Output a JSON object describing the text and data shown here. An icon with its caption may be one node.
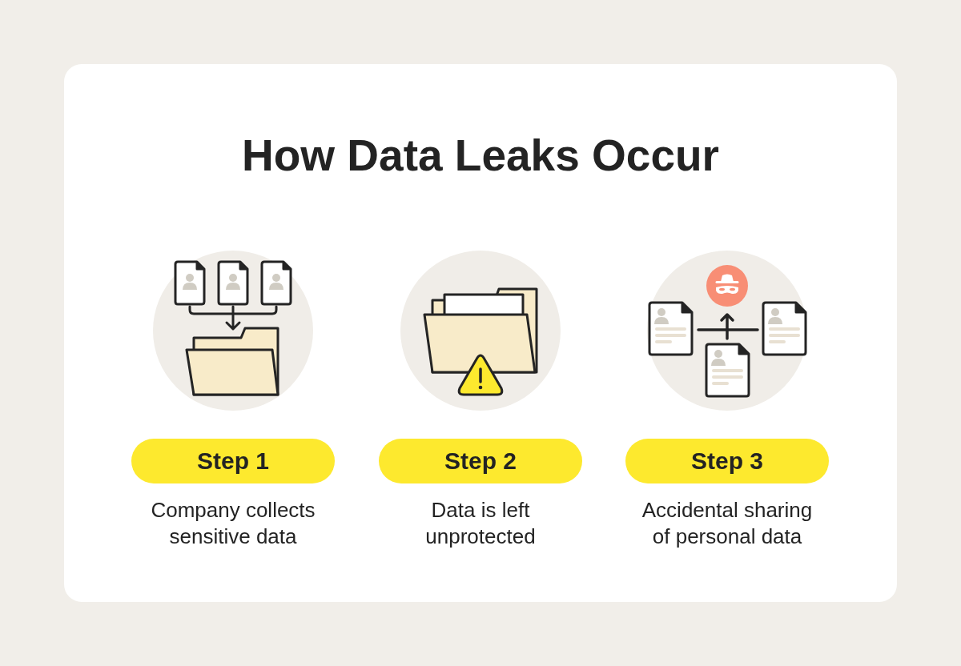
{
  "diagram": {
    "title": "How Data Leaks Occur",
    "nodes": [
      {
        "text": [
          "Step 1"
        ],
        "beside": [
          "Company collects sensitive data"
        ]
      },
      {
        "text": [
          "Step 2"
        ],
        "beside": [
          "Data is left unprotected"
        ]
      },
      {
        "text": [
          "Step 3"
        ],
        "beside": [
          "Accidental sharing of personal data"
        ]
      }
    ]
  }
}
